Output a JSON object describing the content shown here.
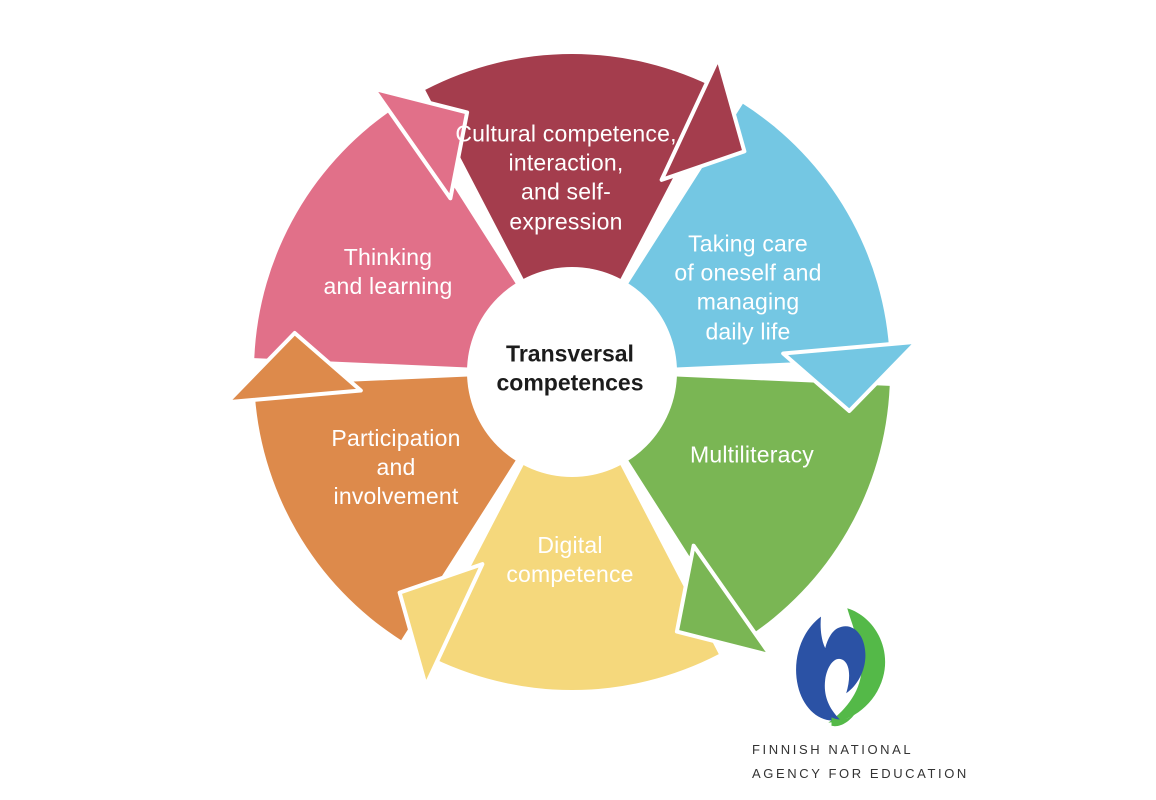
{
  "center": {
    "title": "Transversal\ncompetences"
  },
  "wheel": {
    "segments": [
      {
        "id": "cultural-competence",
        "label": "Cultural competence,\ninteraction,\nand self-\nexpression",
        "color": "#a43d4d",
        "start_angle": -30,
        "end_angle": 30
      },
      {
        "id": "daily-life",
        "label": "Taking care\nof oneself and\nmanaging\ndaily life",
        "color": "#74c7e3",
        "start_angle": 30,
        "end_angle": 90
      },
      {
        "id": "multiliteracy",
        "label": "Multiliteracy",
        "color": "#7ab654",
        "start_angle": 90,
        "end_angle": 150
      },
      {
        "id": "digital-competence",
        "label": "Digital\ncompetence",
        "color": "#f5d87c",
        "start_angle": 150,
        "end_angle": 210
      },
      {
        "id": "participation",
        "label": "Participation\nand\ninvolvement",
        "color": "#dd8a4b",
        "start_angle": 210,
        "end_angle": 270
      },
      {
        "id": "thinking-learning",
        "label": "Thinking\nand learning",
        "color": "#e17089",
        "start_angle": 270,
        "end_angle": 330
      }
    ],
    "label_color": "#ffffff",
    "divider_color": "#ffffff"
  },
  "logo": {
    "line1": "FINNISH NATIONAL",
    "line2": "AGENCY FOR EDUCATION",
    "blue_color": "#2b52a5",
    "green_color": "#54b948"
  }
}
